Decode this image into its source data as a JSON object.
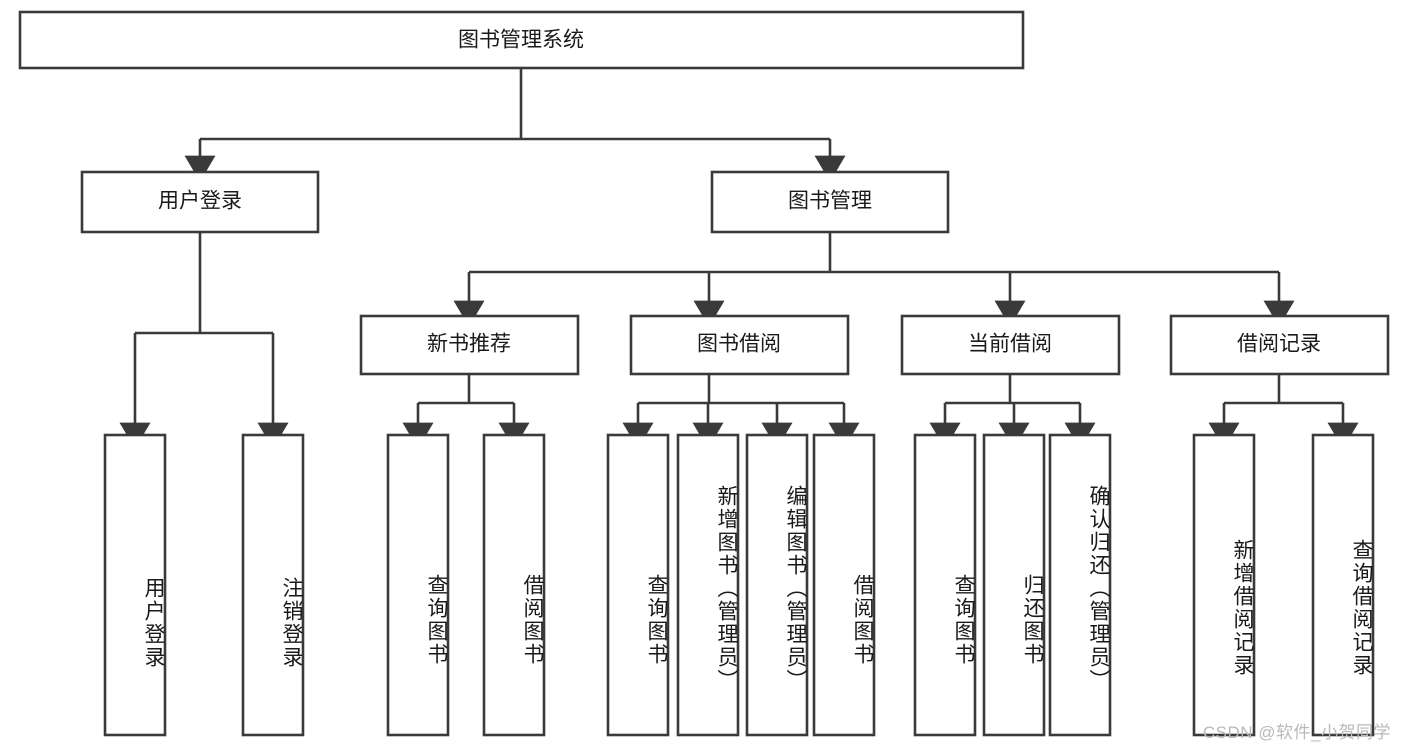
{
  "diagram": {
    "title": "图书管理系统",
    "type": "tree-hierarchy",
    "watermark": "CSDN @软件_小贺同学",
    "colors": {
      "box_fill": "#ffffff",
      "box_stroke": "#3a3a3a",
      "text": "#1a1a1a",
      "watermark": "#b9b9b9",
      "background": "#ffffff"
    },
    "root": {
      "label": "图书管理系统"
    },
    "level2": [
      {
        "label": "用户登录"
      },
      {
        "label": "图书管理"
      }
    ],
    "level3": [
      {
        "label": "新书推荐"
      },
      {
        "label": "图书借阅"
      },
      {
        "label": "当前借阅"
      },
      {
        "label": "借阅记录"
      }
    ],
    "leaves_user_login": [
      {
        "label": "用户登录"
      },
      {
        "label": "注销登录"
      }
    ],
    "leaves_new_book": [
      {
        "label": "查询图书"
      },
      {
        "label": "借阅图书"
      }
    ],
    "leaves_borrow": [
      {
        "label": "查询图书"
      },
      {
        "label": "新增图书（管理员）"
      },
      {
        "label": "编辑图书（管理员）"
      },
      {
        "label": "借阅图书"
      }
    ],
    "leaves_current": [
      {
        "label": "查询图书"
      },
      {
        "label": "归还图书"
      },
      {
        "label": "确认归还（管理员）"
      }
    ],
    "leaves_records": [
      {
        "label": "新增借阅记录"
      },
      {
        "label": "查询借阅记录"
      }
    ]
  }
}
